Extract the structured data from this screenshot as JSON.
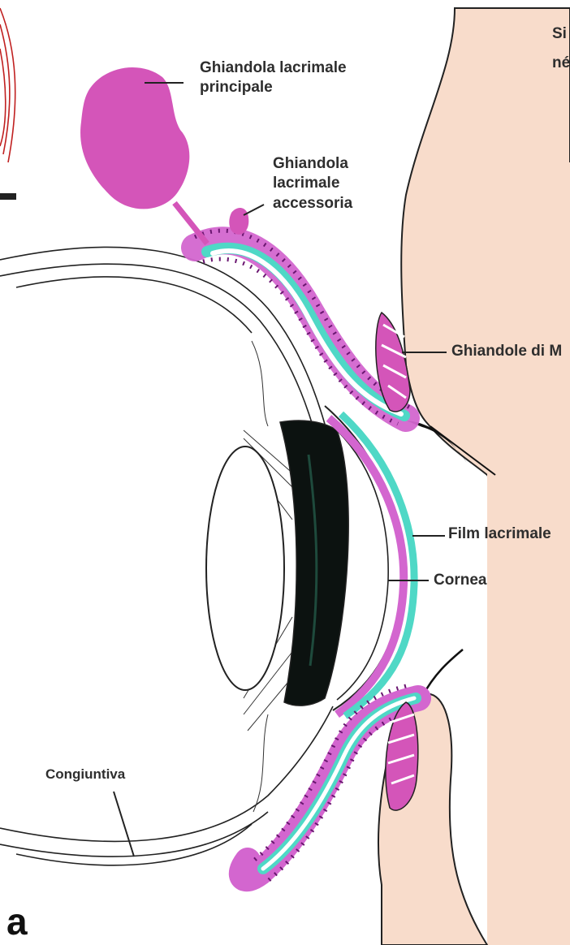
{
  "labels": {
    "main_gland": "Ghiandola lacrimale\nprincipale",
    "accessory_gland": "Ghiandola\nlacrimale\naccessoria",
    "meibomian_glands": "Ghiandole di M",
    "tear_film": "Film lacrimale",
    "cornea": "Cornea",
    "conjunctiva": "Congiuntiva",
    "panel_letter": "a",
    "side_text_line1": "Si",
    "side_text_line2": "né"
  },
  "colors": {
    "skin": "#f8dccb",
    "gland_magenta": "#d455b9",
    "conjunctiva_magenta": "#d366cf",
    "tear_film_cyan": "#4fd8c6",
    "dots": "#6a1670",
    "iris": "#0c1210",
    "ink": "#2e2e2e",
    "red_ornament": "#c02020"
  }
}
